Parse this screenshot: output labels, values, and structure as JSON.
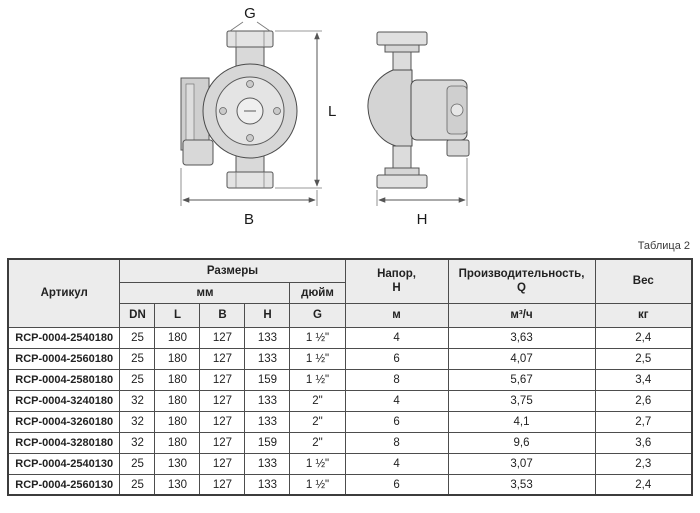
{
  "caption": "Таблица 2",
  "diagram": {
    "labels": {
      "thread_top": "G",
      "height_right": "L",
      "width_bottom": "B",
      "depth_bottom": "H"
    }
  },
  "table": {
    "headers": {
      "article": "Артикул",
      "dimensions": "Размеры",
      "mm": "мм",
      "inch": "дюйм",
      "dn": "DN",
      "l": "L",
      "b": "B",
      "h": "H",
      "g": "G",
      "head": "Напор,\nН",
      "head_unit": "м",
      "capacity": "Производительность,\nQ",
      "capacity_unit": "м³/ч",
      "weight": "Вес",
      "weight_unit": "кг"
    },
    "columns": [
      "article",
      "dn",
      "l",
      "b",
      "h",
      "g",
      "head",
      "capacity",
      "weight"
    ],
    "rows": [
      {
        "article": "RCP-0004-2540180",
        "dn": "25",
        "l": "180",
        "b": "127",
        "h": "133",
        "g": "1 ½\"",
        "head": "4",
        "capacity": "3,63",
        "weight": "2,4"
      },
      {
        "article": "RCP-0004-2560180",
        "dn": "25",
        "l": "180",
        "b": "127",
        "h": "133",
        "g": "1 ½\"",
        "head": "6",
        "capacity": "4,07",
        "weight": "2,5"
      },
      {
        "article": "RCP-0004-2580180",
        "dn": "25",
        "l": "180",
        "b": "127",
        "h": "159",
        "g": "1 ½\"",
        "head": "8",
        "capacity": "5,67",
        "weight": "3,4"
      },
      {
        "article": "RCP-0004-3240180",
        "dn": "32",
        "l": "180",
        "b": "127",
        "h": "133",
        "g": "2\"",
        "head": "4",
        "capacity": "3,75",
        "weight": "2,6"
      },
      {
        "article": "RCP-0004-3260180",
        "dn": "32",
        "l": "180",
        "b": "127",
        "h": "133",
        "g": "2\"",
        "head": "6",
        "capacity": "4,1",
        "weight": "2,7"
      },
      {
        "article": "RCP-0004-3280180",
        "dn": "32",
        "l": "180",
        "b": "127",
        "h": "159",
        "g": "2\"",
        "head": "8",
        "capacity": "9,6",
        "weight": "3,6"
      },
      {
        "article": "RCP-0004-2540130",
        "dn": "25",
        "l": "130",
        "b": "127",
        "h": "133",
        "g": "1 ½\"",
        "head": "4",
        "capacity": "3,07",
        "weight": "2,3"
      },
      {
        "article": "RCP-0004-2560130",
        "dn": "25",
        "l": "130",
        "b": "127",
        "h": "133",
        "g": "1 ½\"",
        "head": "6",
        "capacity": "3,53",
        "weight": "2,4"
      }
    ]
  }
}
